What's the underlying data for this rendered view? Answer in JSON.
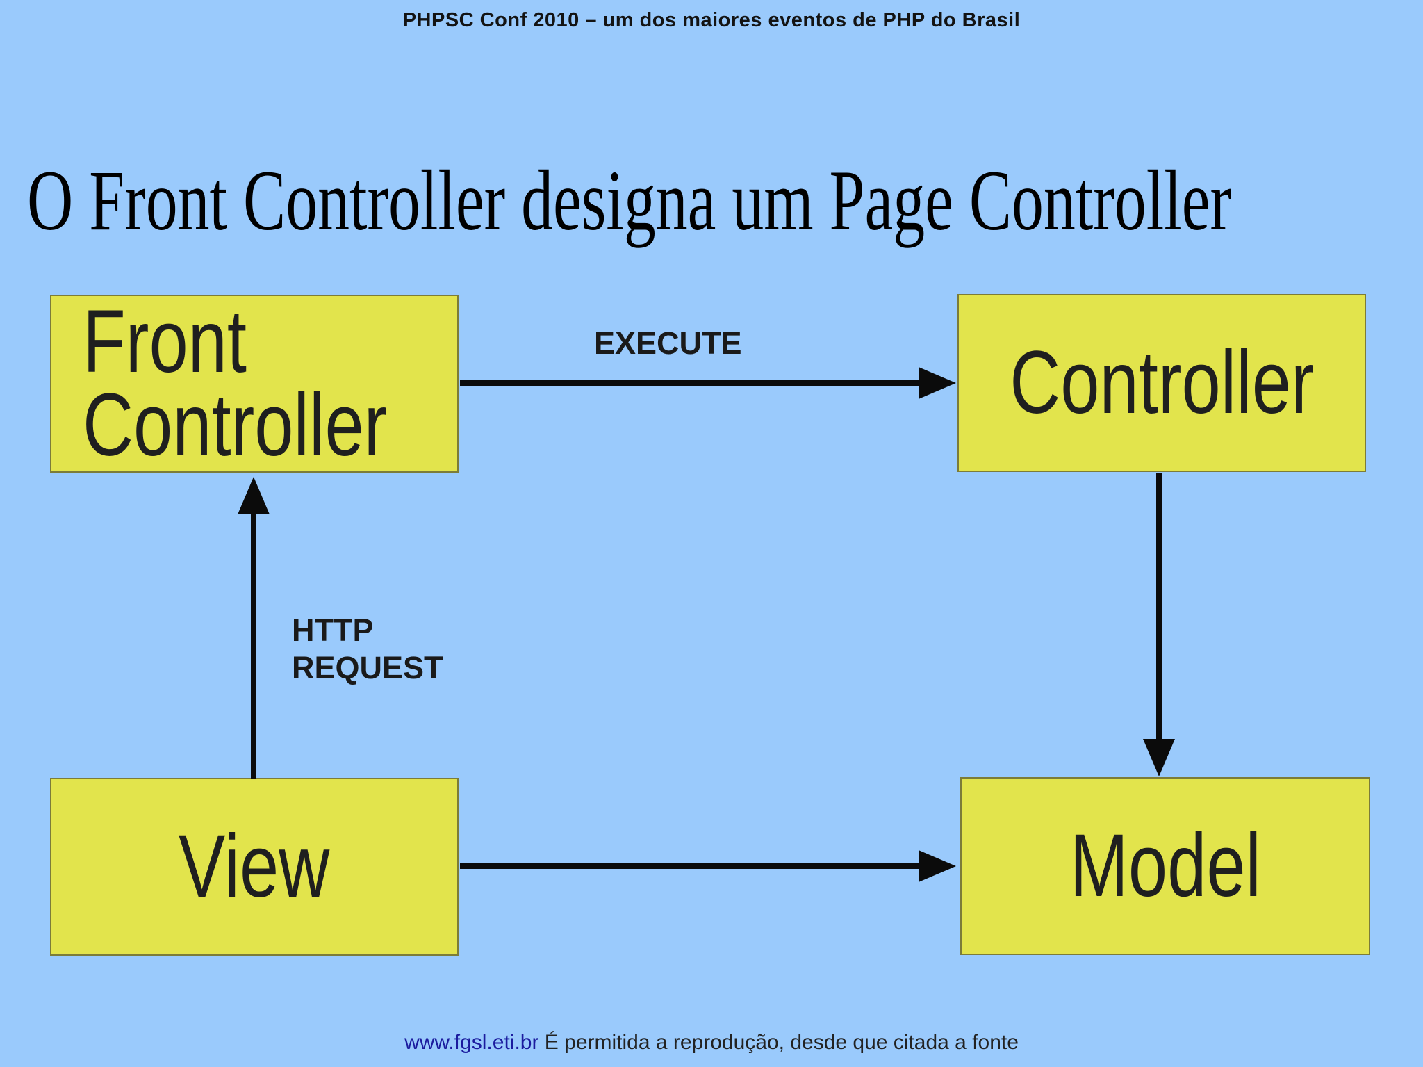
{
  "colors": {
    "background": "#9acafc",
    "box_fill": "#e2e44c",
    "box_border": "#7c7c38",
    "arrow": "#0b0b0b",
    "text": "#1c1c1c",
    "link": "#1b1b9e"
  },
  "header": {
    "text": "PHPSC Conf 2010 – um dos maiores eventos de PHP do Brasil"
  },
  "title": {
    "text": "O Front Controller designa um Page Controller"
  },
  "diagram": {
    "boxes": [
      {
        "id": "front-controller",
        "label": "Front Controller"
      },
      {
        "id": "controller",
        "label": "Controller"
      },
      {
        "id": "view",
        "label": "View"
      },
      {
        "id": "model",
        "label": "Model"
      }
    ],
    "arrows": [
      {
        "id": "execute",
        "label": "EXECUTE",
        "from": "front-controller",
        "to": "controller",
        "direction": "right"
      },
      {
        "id": "http-request",
        "label": "HTTP REQUEST",
        "from": "view",
        "to": "front-controller",
        "direction": "up"
      },
      {
        "id": "controller-to-model",
        "label": "",
        "from": "controller",
        "to": "model",
        "direction": "down"
      },
      {
        "id": "view-to-model",
        "label": "",
        "from": "view",
        "to": "model",
        "direction": "right"
      }
    ]
  },
  "footer": {
    "link": "www.fgsl.eti.br",
    "text": "É permitida a reprodução, desde que citada a fonte"
  }
}
